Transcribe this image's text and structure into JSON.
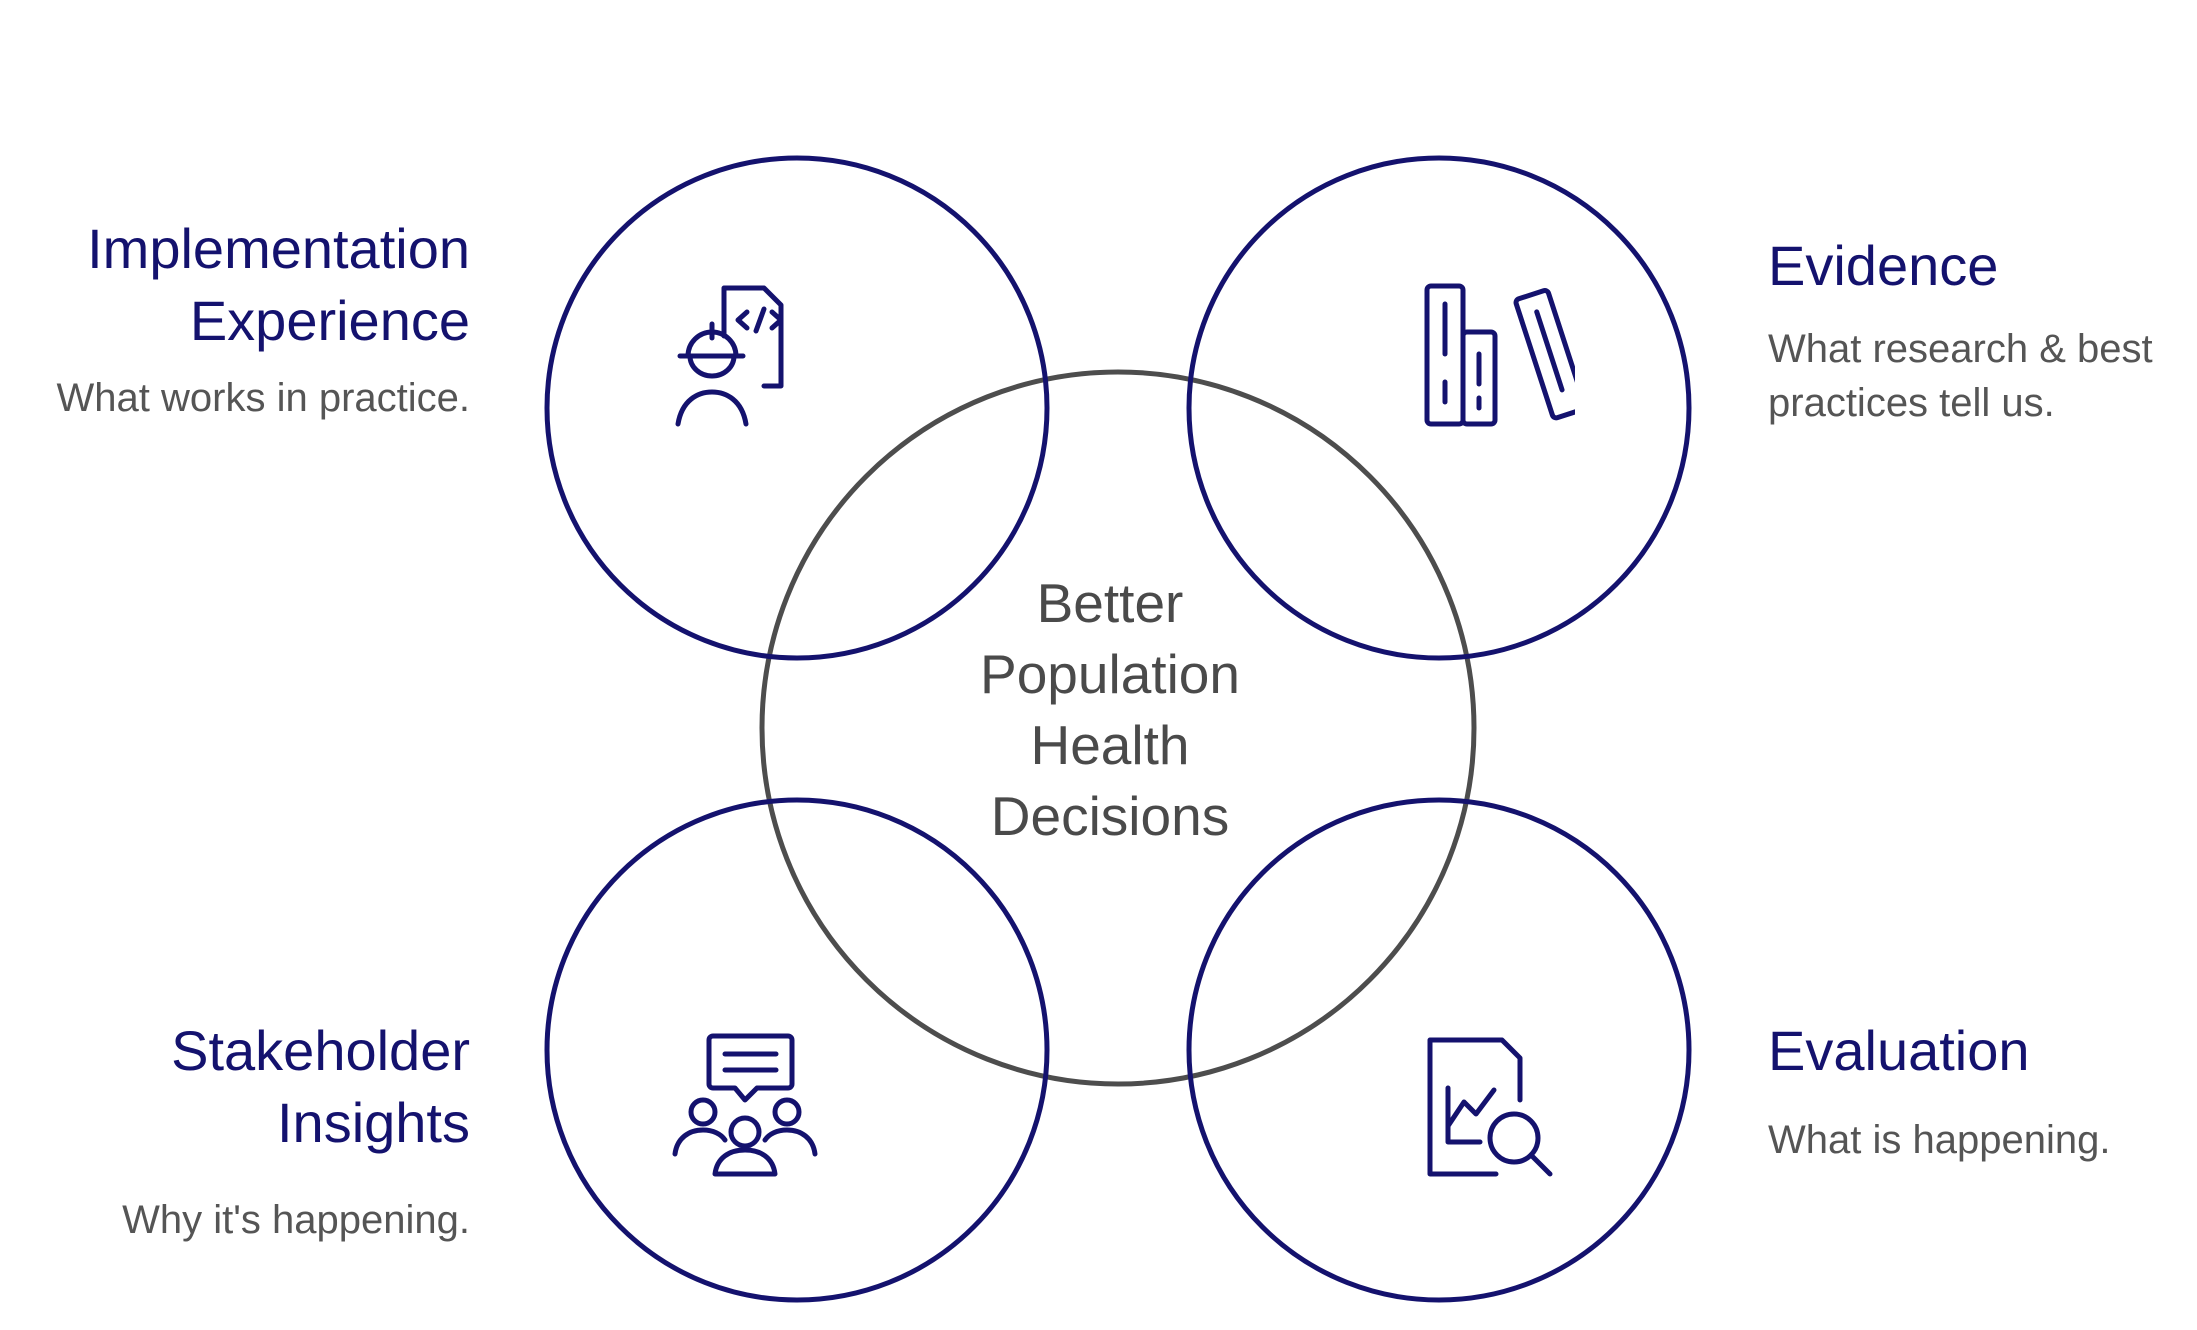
{
  "center": {
    "lines": [
      "Better",
      "Population",
      "Health",
      "Decisions"
    ]
  },
  "nodes": {
    "implementation": {
      "title_lines": [
        "Implementation",
        "Experience"
      ],
      "description": "What works in practice.",
      "icon": "engineer-code-icon"
    },
    "evidence": {
      "title": "Evidence",
      "description_lines": [
        "What research & best",
        "practices tell us."
      ],
      "icon": "books-icon"
    },
    "stakeholder": {
      "title_lines": [
        "Stakeholder",
        "Insights"
      ],
      "description": "Why it's happening.",
      "icon": "group-chat-icon"
    },
    "evaluation": {
      "title": "Evaluation",
      "description": "What is happening.",
      "icon": "report-search-icon"
    }
  },
  "colors": {
    "outer_ring": "#14126e",
    "center_ring": "#4d4d4d",
    "title_text": "#14126e",
    "body_text": "#555555"
  }
}
